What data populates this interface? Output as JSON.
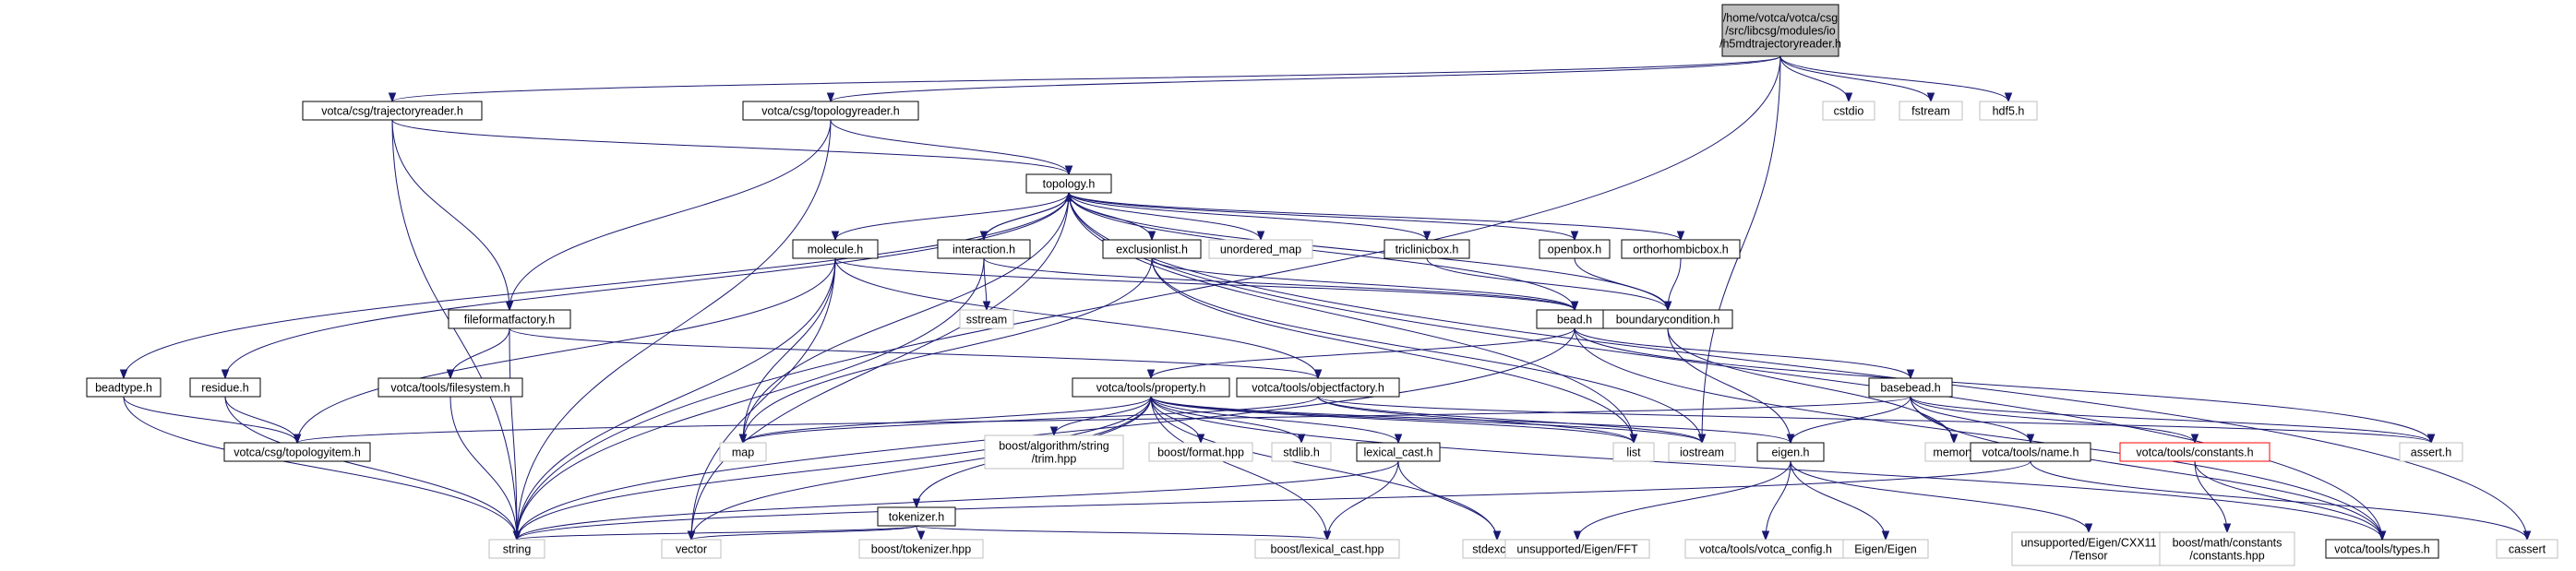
{
  "graph": {
    "style": {
      "edge_color": "#191970",
      "root_fill": "#bfbfbf",
      "documented_border": "#000000",
      "undocumented_border": "#bfbfbf",
      "highlight_border": "#ff0000"
    },
    "nodes": [
      {
        "id": "root",
        "label": [
          "/home/votca/votca/csg",
          "/src/libcsg/modules/io",
          "/h5mdtrajectoryreader.h"
        ],
        "kind": "root"
      },
      {
        "id": "trajectoryreader",
        "label": [
          "votca/csg/trajectoryreader.h"
        ],
        "kind": "doc"
      },
      {
        "id": "topologyreader",
        "label": [
          "votca/csg/topologyreader.h"
        ],
        "kind": "doc"
      },
      {
        "id": "cstdio",
        "label": [
          "cstdio"
        ],
        "kind": "ext"
      },
      {
        "id": "fstream",
        "label": [
          "fstream"
        ],
        "kind": "ext"
      },
      {
        "id": "hdf5",
        "label": [
          "hdf5.h"
        ],
        "kind": "ext"
      },
      {
        "id": "topology",
        "label": [
          "topology.h"
        ],
        "kind": "doc"
      },
      {
        "id": "molecule",
        "label": [
          "molecule.h"
        ],
        "kind": "doc"
      },
      {
        "id": "interaction",
        "label": [
          "interaction.h"
        ],
        "kind": "doc"
      },
      {
        "id": "unordered_map",
        "label": [
          "unordered_map"
        ],
        "kind": "ext"
      },
      {
        "id": "exclusionlist",
        "label": [
          "exclusionlist.h"
        ],
        "kind": "doc"
      },
      {
        "id": "triclinicbox",
        "label": [
          "triclinicbox.h"
        ],
        "kind": "doc"
      },
      {
        "id": "openbox",
        "label": [
          "openbox.h"
        ],
        "kind": "doc"
      },
      {
        "id": "orthorhombicbox",
        "label": [
          "orthorhombicbox.h"
        ],
        "kind": "doc"
      },
      {
        "id": "fileformatfactory",
        "label": [
          "fileformatfactory.h"
        ],
        "kind": "doc"
      },
      {
        "id": "sstream",
        "label": [
          "sstream"
        ],
        "kind": "ext"
      },
      {
        "id": "bead",
        "label": [
          "bead.h"
        ],
        "kind": "doc"
      },
      {
        "id": "boundarycondition",
        "label": [
          "boundarycondition.h"
        ],
        "kind": "doc"
      },
      {
        "id": "beadtype",
        "label": [
          "beadtype.h"
        ],
        "kind": "doc"
      },
      {
        "id": "residue",
        "label": [
          "residue.h"
        ],
        "kind": "doc"
      },
      {
        "id": "filesystem",
        "label": [
          "votca/tools/filesystem.h"
        ],
        "kind": "doc"
      },
      {
        "id": "property",
        "label": [
          "votca/tools/property.h"
        ],
        "kind": "doc"
      },
      {
        "id": "objectfactory",
        "label": [
          "votca/tools/objectfactory.h"
        ],
        "kind": "doc"
      },
      {
        "id": "basebead",
        "label": [
          "basebead.h"
        ],
        "kind": "doc"
      },
      {
        "id": "topologyitem",
        "label": [
          "votca/csg/topologyitem.h"
        ],
        "kind": "doc"
      },
      {
        "id": "map",
        "label": [
          "map"
        ],
        "kind": "ext"
      },
      {
        "id": "trim",
        "label": [
          "boost/algorithm/string",
          "/trim.hpp"
        ],
        "kind": "ext"
      },
      {
        "id": "boostformat",
        "label": [
          "boost/format.hpp"
        ],
        "kind": "ext"
      },
      {
        "id": "stdlib",
        "label": [
          "stdlib.h"
        ],
        "kind": "ext"
      },
      {
        "id": "lexical_cast",
        "label": [
          "lexical_cast.h"
        ],
        "kind": "doc"
      },
      {
        "id": "list",
        "label": [
          "list"
        ],
        "kind": "ext"
      },
      {
        "id": "iostream",
        "label": [
          "iostream"
        ],
        "kind": "ext"
      },
      {
        "id": "eigen",
        "label": [
          "eigen.h"
        ],
        "kind": "doc"
      },
      {
        "id": "memory",
        "label": [
          "memory"
        ],
        "kind": "ext"
      },
      {
        "id": "name",
        "label": [
          "votca/tools/name.h"
        ],
        "kind": "doc"
      },
      {
        "id": "constants",
        "label": [
          "votca/tools/constants.h"
        ],
        "kind": "highlight"
      },
      {
        "id": "assert",
        "label": [
          "assert.h"
        ],
        "kind": "ext"
      },
      {
        "id": "tokenizer",
        "label": [
          "tokenizer.h"
        ],
        "kind": "doc"
      },
      {
        "id": "string",
        "label": [
          "string"
        ],
        "kind": "ext"
      },
      {
        "id": "vector",
        "label": [
          "vector"
        ],
        "kind": "ext"
      },
      {
        "id": "boosttokenizer",
        "label": [
          "boost/tokenizer.hpp"
        ],
        "kind": "ext"
      },
      {
        "id": "boostlexicalcast",
        "label": [
          "boost/lexical_cast.hpp"
        ],
        "kind": "ext"
      },
      {
        "id": "stdexcept",
        "label": [
          "stdexcept"
        ],
        "kind": "ext"
      },
      {
        "id": "eigenfft",
        "label": [
          "unsupported/Eigen/FFT"
        ],
        "kind": "ext"
      },
      {
        "id": "votca_config",
        "label": [
          "votca/tools/votca_config.h"
        ],
        "kind": "ext"
      },
      {
        "id": "eigeneigen",
        "label": [
          "Eigen/Eigen"
        ],
        "kind": "ext"
      },
      {
        "id": "tensor",
        "label": [
          "unsupported/Eigen/CXX11",
          "/Tensor"
        ],
        "kind": "ext"
      },
      {
        "id": "boostconstants",
        "label": [
          "boost/math/constants",
          "/constants.hpp"
        ],
        "kind": "ext"
      },
      {
        "id": "types",
        "label": [
          "votca/tools/types.h"
        ],
        "kind": "doc"
      },
      {
        "id": "cassert",
        "label": [
          "cassert"
        ],
        "kind": "ext"
      }
    ],
    "edges": [
      [
        "root",
        "trajectoryreader"
      ],
      [
        "root",
        "topologyreader"
      ],
      [
        "root",
        "cstdio"
      ],
      [
        "root",
        "fstream"
      ],
      [
        "root",
        "hdf5"
      ],
      [
        "root",
        "iostream"
      ],
      [
        "root",
        "string"
      ],
      [
        "trajectoryreader",
        "topology"
      ],
      [
        "trajectoryreader",
        "fileformatfactory"
      ],
      [
        "trajectoryreader",
        "string"
      ],
      [
        "topologyreader",
        "topology"
      ],
      [
        "topologyreader",
        "fileformatfactory"
      ],
      [
        "topologyreader",
        "string"
      ],
      [
        "topology",
        "molecule"
      ],
      [
        "topology",
        "interaction"
      ],
      [
        "topology",
        "unordered_map"
      ],
      [
        "topology",
        "exclusionlist"
      ],
      [
        "topology",
        "triclinicbox"
      ],
      [
        "topology",
        "openbox"
      ],
      [
        "topology",
        "orthorhombicbox"
      ],
      [
        "topology",
        "bead"
      ],
      [
        "topology",
        "beadtype"
      ],
      [
        "topology",
        "residue"
      ],
      [
        "topology",
        "map"
      ],
      [
        "topology",
        "vector"
      ],
      [
        "topology",
        "list"
      ],
      [
        "topology",
        "cassert"
      ],
      [
        "topology",
        "types"
      ],
      [
        "topology",
        "boundarycondition"
      ],
      [
        "molecule",
        "bead"
      ],
      [
        "molecule",
        "topologyitem"
      ],
      [
        "molecule",
        "map"
      ],
      [
        "molecule",
        "string"
      ],
      [
        "molecule",
        "vector"
      ],
      [
        "molecule",
        "objectfactory"
      ],
      [
        "interaction",
        "topology"
      ],
      [
        "interaction",
        "bead"
      ],
      [
        "interaction",
        "sstream"
      ],
      [
        "interaction",
        "string"
      ],
      [
        "exclusionlist",
        "bead"
      ],
      [
        "exclusionlist",
        "map"
      ],
      [
        "exclusionlist",
        "list"
      ],
      [
        "exclusionlist",
        "iostream"
      ],
      [
        "triclinicbox",
        "boundarycondition"
      ],
      [
        "openbox",
        "boundarycondition"
      ],
      [
        "orthorhombicbox",
        "boundarycondition"
      ],
      [
        "fileformatfactory",
        "filesystem"
      ],
      [
        "fileformatfactory",
        "objectfactory"
      ],
      [
        "fileformatfactory",
        "string"
      ],
      [
        "bead",
        "property"
      ],
      [
        "bead",
        "basebead"
      ],
      [
        "bead",
        "string"
      ],
      [
        "bead",
        "types"
      ],
      [
        "bead",
        "assert"
      ],
      [
        "boundarycondition",
        "eigen"
      ],
      [
        "boundarycondition",
        "memory"
      ],
      [
        "beadtype",
        "topologyitem"
      ],
      [
        "beadtype",
        "string"
      ],
      [
        "residue",
        "topologyitem"
      ],
      [
        "residue",
        "string"
      ],
      [
        "filesystem",
        "string"
      ],
      [
        "property",
        "map"
      ],
      [
        "property",
        "trim"
      ],
      [
        "property",
        "boostformat"
      ],
      [
        "property",
        "stdlib"
      ],
      [
        "property",
        "lexical_cast"
      ],
      [
        "property",
        "list"
      ],
      [
        "property",
        "iostream"
      ],
      [
        "property",
        "eigen"
      ],
      [
        "property",
        "tokenizer"
      ],
      [
        "property",
        "string"
      ],
      [
        "property",
        "vector"
      ],
      [
        "property",
        "types"
      ],
      [
        "property",
        "stdexcept"
      ],
      [
        "property",
        "boostlexicalcast"
      ],
      [
        "objectfactory",
        "map"
      ],
      [
        "objectfactory",
        "list"
      ],
      [
        "objectfactory",
        "iostream"
      ],
      [
        "objectfactory",
        "assert"
      ],
      [
        "basebead",
        "topologyitem"
      ],
      [
        "basebead",
        "eigen"
      ],
      [
        "basebead",
        "memory"
      ],
      [
        "basebead",
        "name"
      ],
      [
        "basebead",
        "constants"
      ],
      [
        "basebead",
        "types"
      ],
      [
        "basebead",
        "assert"
      ],
      [
        "lexical_cast",
        "string"
      ],
      [
        "lexical_cast",
        "boostlexicalcast"
      ],
      [
        "lexical_cast",
        "stdexcept"
      ],
      [
        "tokenizer",
        "string"
      ],
      [
        "tokenizer",
        "vector"
      ],
      [
        "tokenizer",
        "boosttokenizer"
      ],
      [
        "tokenizer",
        "boostlexicalcast"
      ],
      [
        "eigen",
        "eigenfft"
      ],
      [
        "eigen",
        "votca_config"
      ],
      [
        "eigen",
        "eigeneigen"
      ],
      [
        "eigen",
        "tensor"
      ],
      [
        "name",
        "string"
      ],
      [
        "name",
        "cassert"
      ],
      [
        "constants",
        "boostconstants"
      ],
      [
        "constants",
        "types"
      ]
    ]
  }
}
